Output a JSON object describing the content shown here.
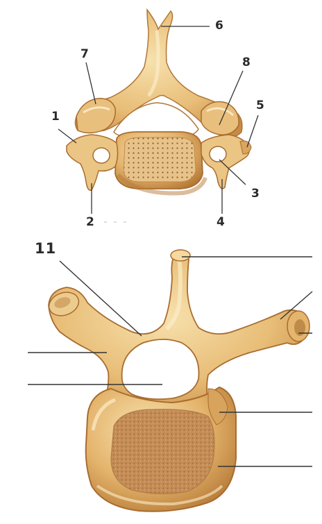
{
  "labels": {
    "l1": "1",
    "l2": "2",
    "l3": "3",
    "l4": "4",
    "l5": "5",
    "l6": "6",
    "l7": "7",
    "l8": "8",
    "l11": "11"
  },
  "colors": {
    "bone_light": "#f5d9a0",
    "bone_mid": "#e6b871",
    "bone_dark": "#c48a44",
    "bone_shadow": "#a46a2c",
    "spongy": "#c98e55",
    "pointer_line": "#333333"
  }
}
